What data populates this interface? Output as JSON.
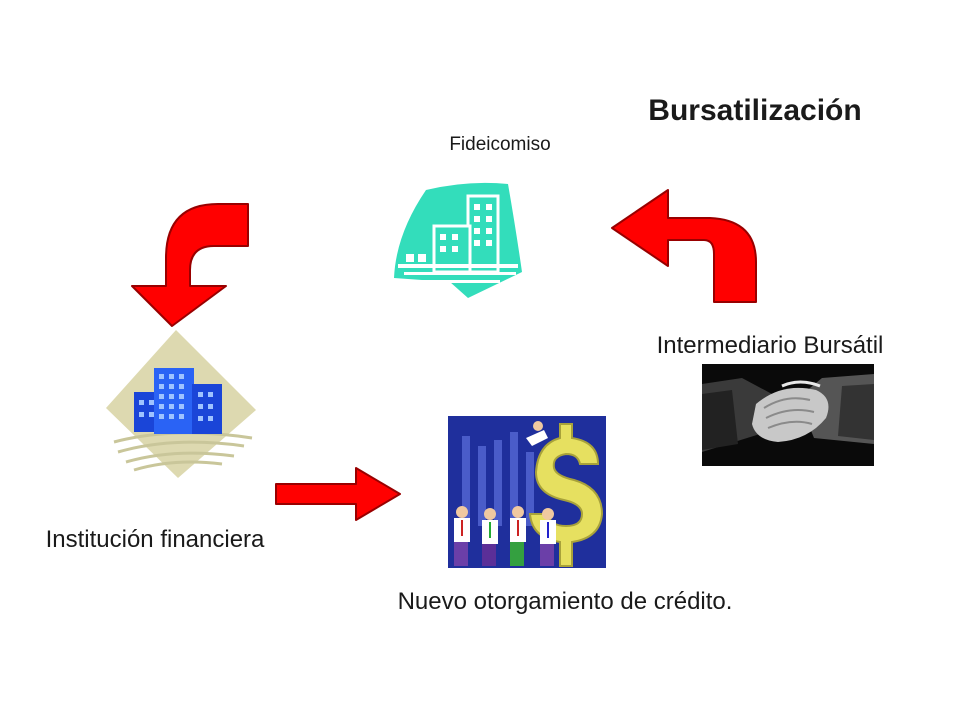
{
  "diagram": {
    "title": "Bursatilización",
    "nodes": {
      "fideicomiso": {
        "label": "Fideicomiso",
        "icon": "trust-building-icon"
      },
      "intermediario": {
        "label": "Intermediario Bursátil",
        "icon": "handshake-icon"
      },
      "institucion": {
        "label": "Institución financiera",
        "icon": "bank-buildings-icon"
      },
      "nuevo": {
        "label": "Nuevo otorgamiento de crédito.",
        "icon": "dollar-people-icon"
      }
    },
    "colors": {
      "arrow": "#ff0000",
      "arrow_outline": "#990000",
      "teal": "#33ddbb",
      "building_blue": "#2255ee",
      "dollar_yellow": "#e6e060",
      "panel_blue": "#1f2f9c"
    }
  }
}
